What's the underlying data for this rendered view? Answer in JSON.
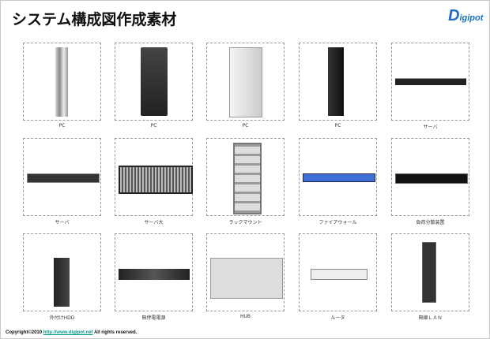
{
  "title": "システム構成図作成素材",
  "logo": "Digipot",
  "items": [
    {
      "label": "PC"
    },
    {
      "label": "PC"
    },
    {
      "label": "PC"
    },
    {
      "label": "PC"
    },
    {
      "label": "サーバ"
    },
    {
      "label": "サーバ"
    },
    {
      "label": "サーバ大"
    },
    {
      "label": "ラックマウント"
    },
    {
      "label": "ファイアウォール"
    },
    {
      "label": "負荷分散装置"
    },
    {
      "label": "外付けHDD"
    },
    {
      "label": "無停電電源"
    },
    {
      "label": "HUB"
    },
    {
      "label": "ルータ"
    },
    {
      "label": "無線ＬＡＮ"
    }
  ],
  "footer": {
    "prefix": "Copyright©2010 ",
    "link": "http://www.digipot.net",
    "suffix": " All rights reserved."
  }
}
